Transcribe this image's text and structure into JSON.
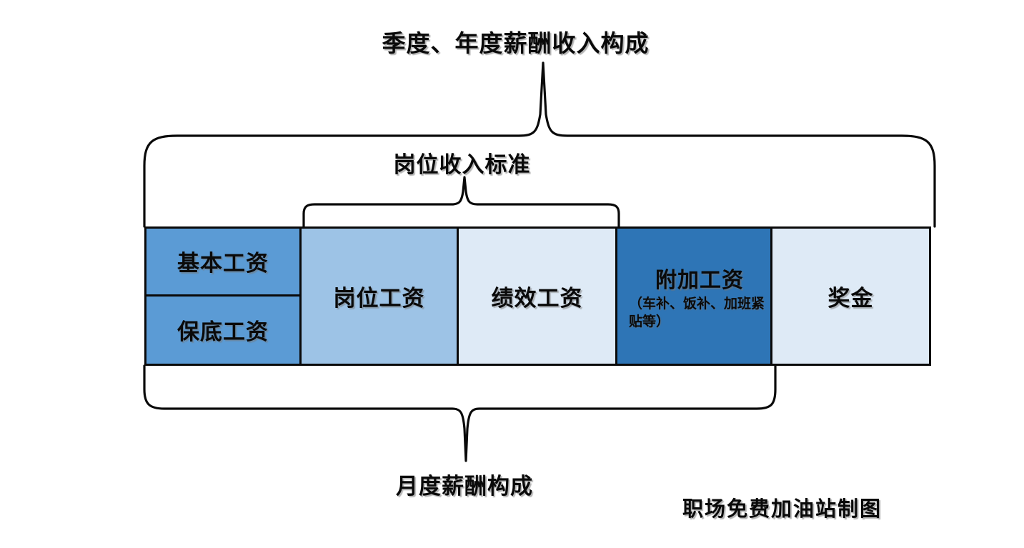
{
  "diagram": {
    "top_title": "季度、年度薪酬收入构成",
    "middle_label": "岗位收入标准",
    "bottom_label": "月度薪酬构成",
    "credit": "职场免费加油站制图",
    "colors": {
      "medium_blue": "#5B9BD5",
      "light_blue": "#9DC3E6",
      "pale_blue": "#DEEAF6",
      "dark_blue": "#2E75B6",
      "outline": "#0A0A0A",
      "background": "#FFFFFF"
    },
    "columns": [
      {
        "name": "base-salary-column",
        "fill": "#5B9BD5",
        "cells": [
          {
            "label": "基本工资"
          },
          {
            "label": "保底工资"
          }
        ]
      },
      {
        "name": "post-salary-column",
        "fill": "#9DC3E6",
        "cells": [
          {
            "label": "岗位工资"
          }
        ]
      },
      {
        "name": "performance-salary-column",
        "fill": "#DEEAF6",
        "cells": [
          {
            "label": "绩效工资"
          }
        ]
      },
      {
        "name": "additional-salary-column",
        "fill": "#2E75B6",
        "cells": [
          {
            "label": "附加工资",
            "sub": "（车补、饭补、加班紧贴等）"
          }
        ]
      },
      {
        "name": "bonus-column",
        "fill": "#DEEAF6",
        "cells": [
          {
            "label": "奖金"
          }
        ]
      }
    ],
    "brackets": [
      {
        "name": "outer-top-bracket",
        "label_ref": "top_title",
        "spans": "基本工资/保底工资 → 奖金"
      },
      {
        "name": "inner-top-bracket",
        "label_ref": "middle_label",
        "spans": "岗位工资 → 绩效工资"
      },
      {
        "name": "bottom-bracket",
        "label_ref": "bottom_label",
        "spans": "基本工资/保底工资 → 附加工资"
      }
    ]
  }
}
